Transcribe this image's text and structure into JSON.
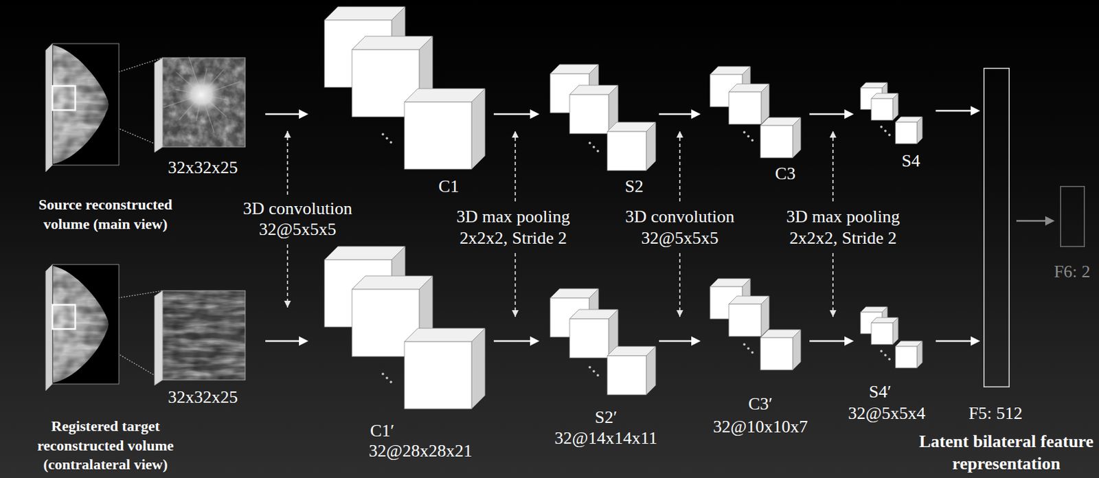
{
  "diagram": {
    "nodes": [
      {
        "text": [
          "Source reconstructed volume (main view)"
        ]
      },
      {
        "text": [
          "32x32x25"
        ]
      },
      {
        "text": [
          "C1"
        ]
      },
      {
        "text": [
          "S2"
        ]
      },
      {
        "text": [
          "C3"
        ]
      },
      {
        "text": [
          "S4"
        ]
      },
      {
        "text": [
          "Registered target reconstructed volume (contralateral view)"
        ]
      },
      {
        "text": [
          "32x32x25"
        ]
      },
      {
        "text": [
          "C1′",
          "32@28x28x21"
        ]
      },
      {
        "text": [
          "S2′",
          "32@14x14x11"
        ]
      },
      {
        "text": [
          "C3′",
          "32@10x10x7"
        ]
      },
      {
        "text": [
          "S4′",
          "32@5x5x4"
        ]
      },
      {
        "text": [
          "F5: 512",
          "Latent bilateral feature representation"
        ]
      },
      {
        "text": [
          "F6: 2"
        ]
      }
    ],
    "edges": [
      {
        "from": 1,
        "to": 2,
        "arrow": "to"
      },
      {
        "from": 2,
        "to": 3,
        "arrow": "to"
      },
      {
        "from": 3,
        "to": 4,
        "arrow": "to"
      },
      {
        "from": 4,
        "to": 5,
        "arrow": "to"
      },
      {
        "from": 5,
        "to": 12,
        "arrow": "to"
      },
      {
        "from": 7,
        "to": 8,
        "arrow": "to"
      },
      {
        "from": 8,
        "to": 9,
        "arrow": "to"
      },
      {
        "from": 9,
        "to": 10,
        "arrow": "to"
      },
      {
        "from": 10,
        "to": 11,
        "arrow": "to"
      },
      {
        "from": 11,
        "to": 12,
        "arrow": "to"
      },
      {
        "from": 12,
        "to": 13,
        "arrow": "to"
      }
    ],
    "labels": [
      "3D convolution",
      "32@5x5x5",
      "3D max pooling",
      "2x2x2, Stride 2",
      "3D convolution",
      "32@5x5x5",
      "3D max pooling",
      "2x2x2, Stride 2"
    ]
  }
}
